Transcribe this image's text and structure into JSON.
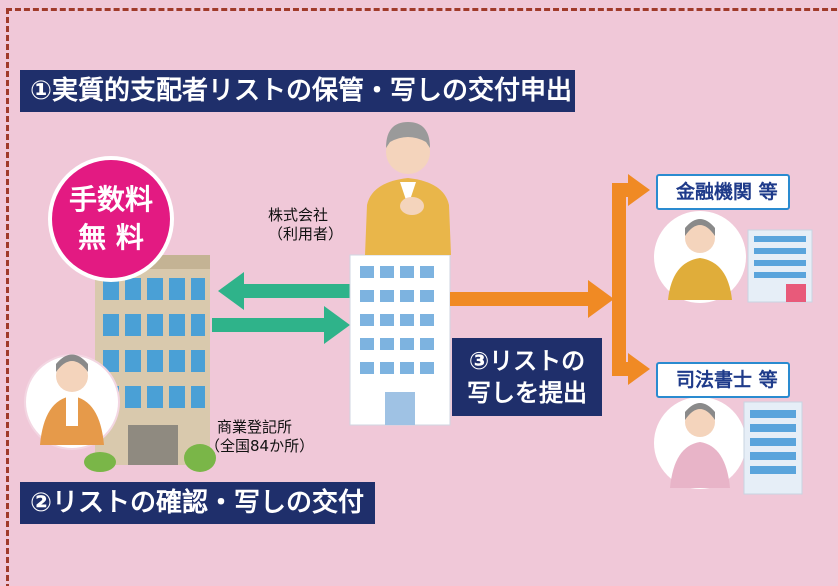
{
  "title_banner": "①実質的支配者リストの保管・写しの交付申出",
  "fee_badge": {
    "line1": "手数料",
    "line2": "無 料"
  },
  "company_label": {
    "line1": "株式会社",
    "line2": "（利用者）"
  },
  "registry_label": {
    "line1": "商業登記所",
    "line2": "（全国84か所）"
  },
  "step2_banner": "②リストの確認・写しの交付",
  "step3_banner": {
    "line1": "③リストの",
    "line2": "写しを提出"
  },
  "recipients": [
    {
      "label": "金融機関 等"
    },
    {
      "label": "司法書士 等"
    }
  ],
  "colors": {
    "banner": "#1f2f6b",
    "background": "#f0c8d8",
    "green_arrow": "#2fb38a",
    "orange_arrow": "#f08a24",
    "fee": "#e31a82"
  }
}
